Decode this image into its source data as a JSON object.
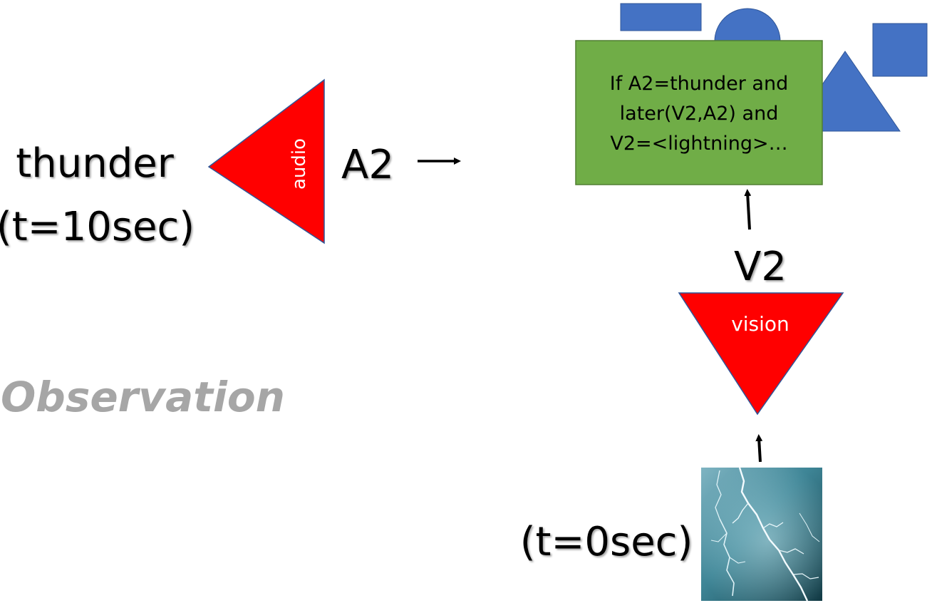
{
  "labels": {
    "thunder": "thunder",
    "thunder_time": "(t=10sec)",
    "audio": "audio",
    "a2": "A2",
    "v2": "V2",
    "vision": "vision",
    "observation": "Observation",
    "lightning_time": "(t=0sec)"
  },
  "rule": {
    "line1": "If A2=thunder and",
    "line2": "later(V2,A2) and",
    "line3": "V2=<lightning>…"
  },
  "colors": {
    "triangle": "#ff0000",
    "triangle_stroke": "#2f5597",
    "rule_box": "#70ad47",
    "rule_box_stroke": "#507e32",
    "shapes": "#4472c4",
    "observation": "#a6a6a6"
  },
  "icons": {
    "lightning": "lightning-image"
  }
}
